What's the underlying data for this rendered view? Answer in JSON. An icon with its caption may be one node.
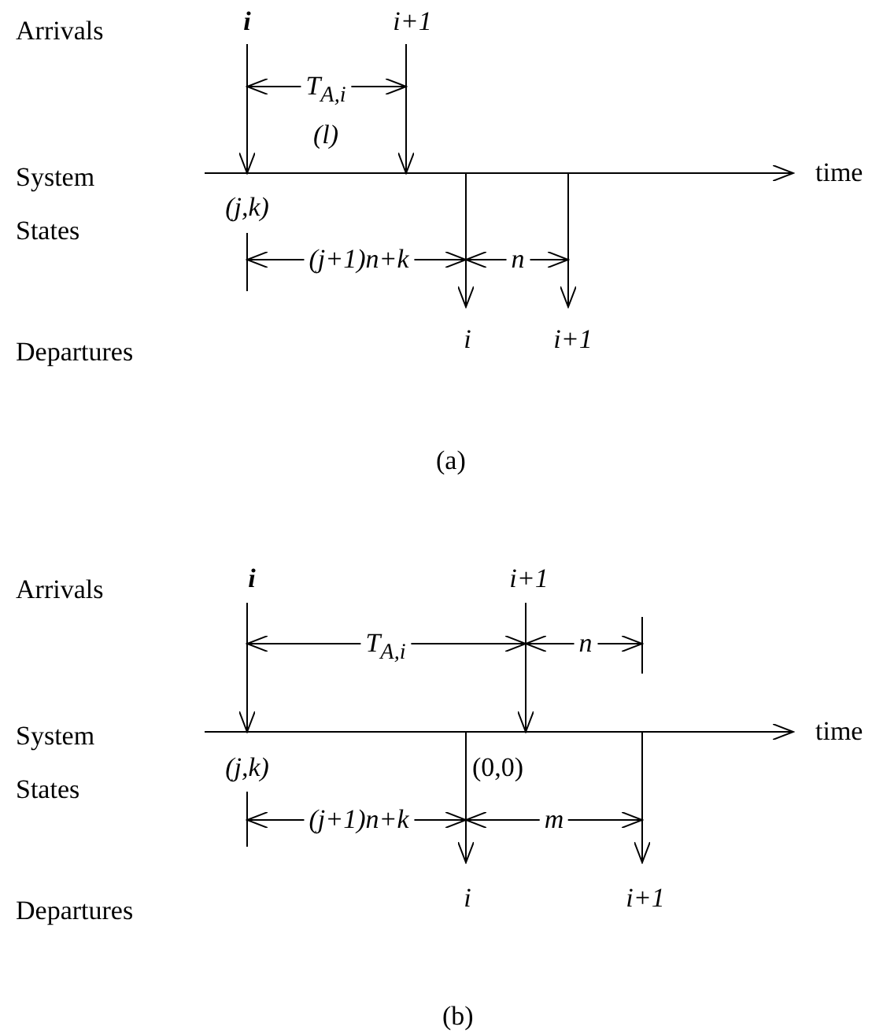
{
  "diagram": {
    "labels": [
      "Arrivals",
      "i",
      "i+1",
      "T$_{A,i}$",
      "(l)",
      "System States",
      "time",
      "(j,k)",
      "(j+1)n+k",
      "n",
      "i",
      "i+1",
      "Departures",
      "(a)",
      "Arrivals",
      "i",
      "i+1",
      "T$_{A,i}$",
      "n",
      "System States",
      "time",
      "(j,k)",
      "(0,0)",
      "(j+1)n+k",
      "m",
      "i",
      "i+1",
      "Departures",
      "(b)"
    ]
  }
}
